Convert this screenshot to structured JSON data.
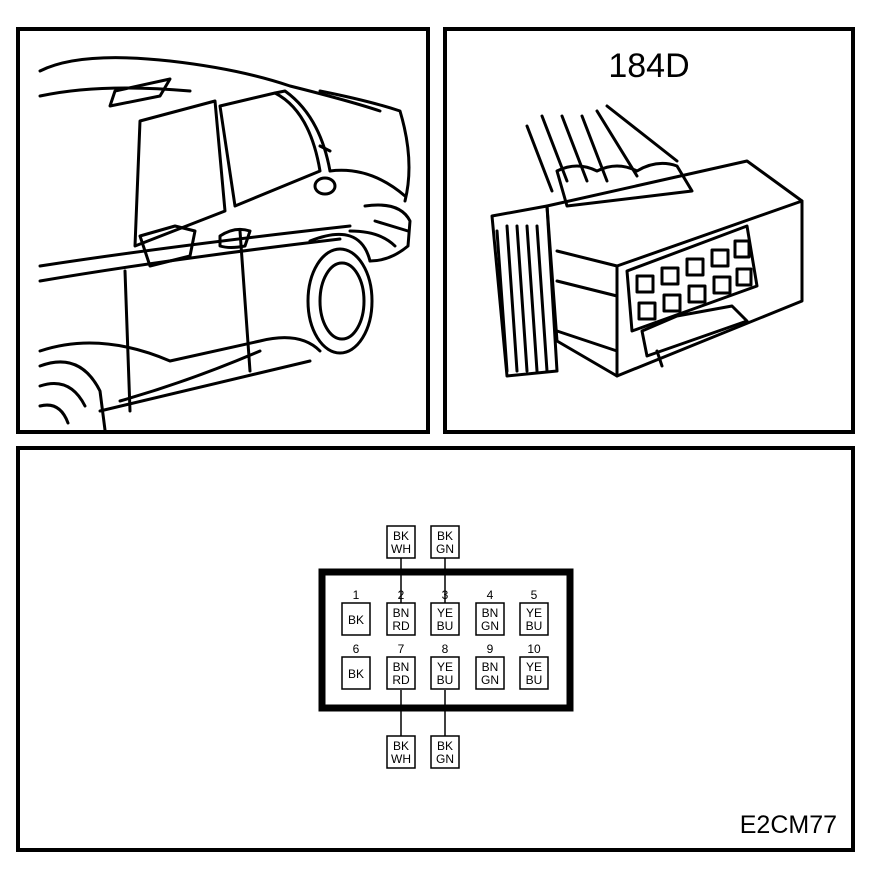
{
  "connector": {
    "id": "184D"
  },
  "pinout": {
    "pins": [
      {
        "num": "1",
        "line1": "BK",
        "line2": ""
      },
      {
        "num": "2",
        "line1": "BN",
        "line2": "RD"
      },
      {
        "num": "3",
        "line1": "YE",
        "line2": "BU"
      },
      {
        "num": "4",
        "line1": "BN",
        "line2": "GN"
      },
      {
        "num": "5",
        "line1": "YE",
        "line2": "BU"
      },
      {
        "num": "6",
        "line1": "BK",
        "line2": ""
      },
      {
        "num": "7",
        "line1": "BN",
        "line2": "RD"
      },
      {
        "num": "8",
        "line1": "YE",
        "line2": "BU"
      },
      {
        "num": "9",
        "line1": "BN",
        "line2": "GN"
      },
      {
        "num": "10",
        "line1": "YE",
        "line2": "BU"
      }
    ],
    "wires_top": [
      {
        "line1": "BK",
        "line2": "WH"
      },
      {
        "line1": "BK",
        "line2": "GN"
      }
    ],
    "wires_bottom": [
      {
        "line1": "BK",
        "line2": "WH"
      },
      {
        "line1": "BK",
        "line2": "GN"
      }
    ]
  },
  "reference_code": "E2CM77"
}
